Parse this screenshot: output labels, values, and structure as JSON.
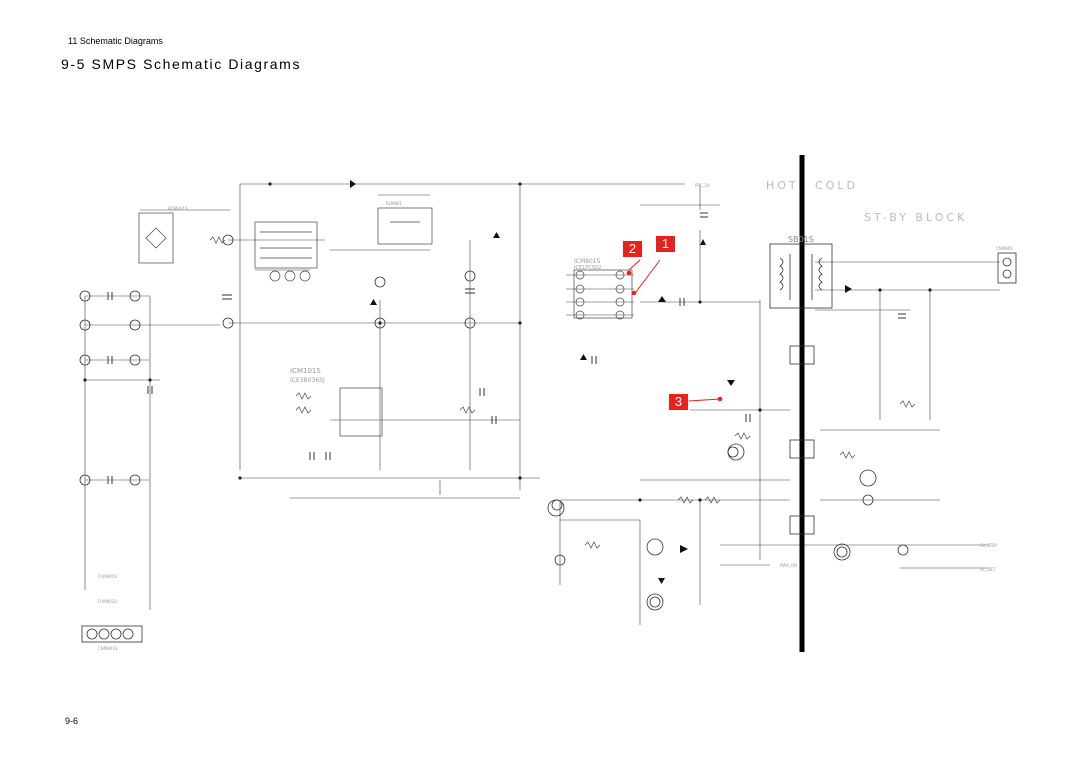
{
  "header": {
    "section_label": "11 Schematic Diagrams",
    "title": "9-5 SMPS Schematic Diagrams"
  },
  "footer": {
    "page_number": "9-6"
  },
  "schematic": {
    "hot_label": "HOT",
    "cold_label": "COLD",
    "block_label": "ST-BY BLOCK",
    "transformer_label": "SB01S",
    "markers": [
      "2",
      "1",
      "3"
    ],
    "marker_color": "#e8201e",
    "ic_main": "ICM801S",
    "ic_main_part": "ICE1PCS02",
    "ic_pwm": "ICM101S",
    "ic_pwm_part": "ICE3B0365J",
    "connector_top": "CNM801",
    "connector_bottom": "CNM801S",
    "bridge": "BDM801S",
    "fuse_a": "FUM801S",
    "fuse_b": "FUM802S",
    "relay": "RLM801",
    "net_labels": [
      "PFC_5V",
      "5V_STBY",
      "PWR_ON",
      "AC_DET"
    ]
  }
}
